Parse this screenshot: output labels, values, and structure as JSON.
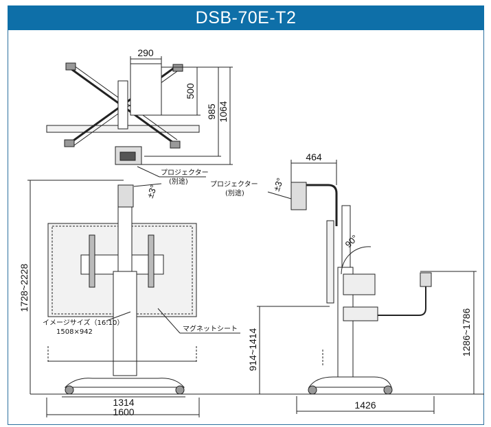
{
  "title": "DSB-70E-T2",
  "colors": {
    "header": "#0e6fa8",
    "line": "#222222",
    "panel": "#f2f2f2"
  },
  "dimensions": {
    "top_width": "290",
    "top_depth": "500",
    "top_985": "985",
    "top_1064": "1064",
    "front_height": "1728~2228",
    "front_base_inner": "1314",
    "front_base_outer": "1600",
    "side_arm": "464",
    "side_height": "914~1414",
    "side_base": "1426",
    "side_right_height": "1286~1786",
    "angle_90": "90°",
    "angle_tilt_front": "±3°",
    "angle_tilt_side": "±3°"
  },
  "labels": {
    "projector_top": "プロジェクター",
    "projector_top_note": "(別途)",
    "projector_side": "プロジェクター",
    "projector_side_note": "(別途)",
    "image_size": "イメージサイズ（16:10）",
    "image_size_value": "1508×942",
    "magnet_sheet": "マグネットシート"
  }
}
